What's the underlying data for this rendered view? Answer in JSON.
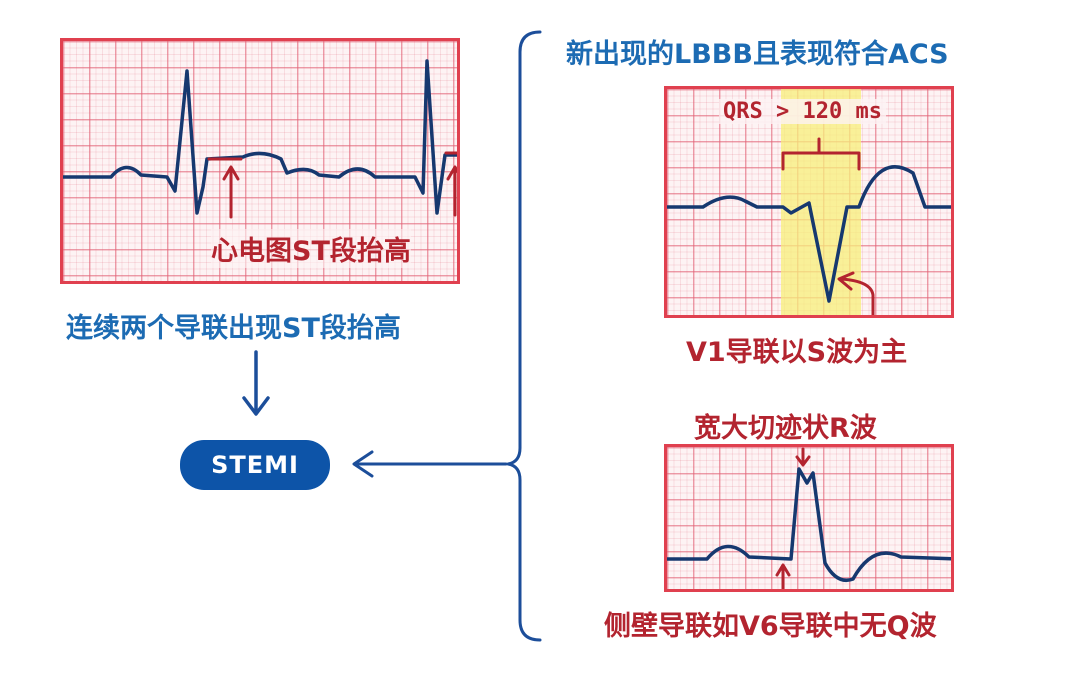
{
  "left": {
    "st_label": "心电图ST段抬高",
    "caption": "连续两个导联出现ST段抬高",
    "stemi_label": "STEMI"
  },
  "right": {
    "title": "新出现的LBBB且表现符合ACS",
    "qrs_label": "QRS > 120 ms",
    "v1_caption": "V1导联以S波为主",
    "r_wave_label": "宽大切迹状R波",
    "v6_caption": "侧壁导联如V6导联中无Q波"
  },
  "colors": {
    "trace": "#16386f",
    "red": "#b3242f",
    "blue": "#1c6bb3",
    "highlight": "#f7ef7a"
  }
}
